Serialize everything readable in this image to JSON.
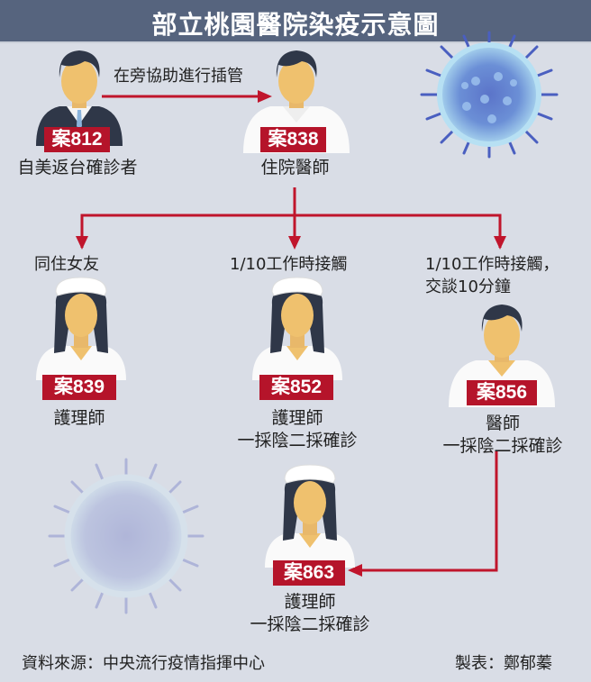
{
  "title": "部立桃園醫院染疫示意圖",
  "colors": {
    "title_bg": "#56647e",
    "background": "#d9dde6",
    "accent_red": "#b5142a",
    "arrow_red": "#c0152c"
  },
  "edges": [
    {
      "from": "812",
      "to": "838",
      "label": "在旁協助進行插管"
    },
    {
      "from": "838",
      "to": "839",
      "label": "同住女友"
    },
    {
      "from": "838",
      "to": "852",
      "label": "1/10工作時接觸"
    },
    {
      "from": "838",
      "to": "856",
      "label_line1": "1/10工作時接觸，",
      "label_line2": "交談10分鐘"
    },
    {
      "from": "856",
      "to": "863",
      "label": ""
    }
  ],
  "cases": {
    "c812": {
      "badge": "案812",
      "role": "自美返台確診者"
    },
    "c838": {
      "badge": "案838",
      "role": "住院醫師"
    },
    "c839": {
      "badge": "案839",
      "role": "護理師"
    },
    "c852": {
      "badge": "案852",
      "role": "護理師",
      "status": "一採陰二採確診"
    },
    "c856": {
      "badge": "案856",
      "role": "醫師",
      "status": "一採陰二採確診"
    },
    "c863": {
      "badge": "案863",
      "role": "護理師",
      "status": "一採陰二採確診"
    }
  },
  "footer": {
    "source": "資料來源：中央流行疫情指揮中心",
    "credit": "製表：鄭郁蓁"
  }
}
